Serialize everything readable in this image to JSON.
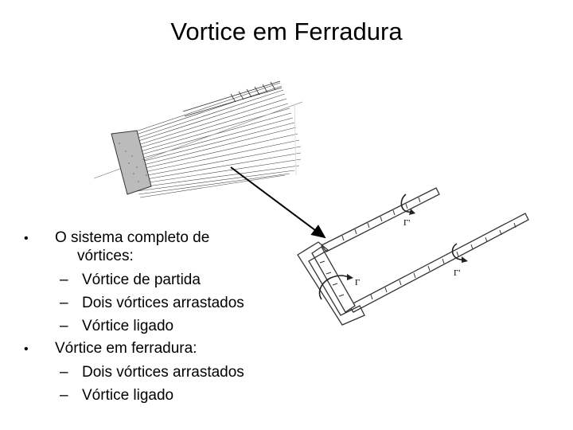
{
  "slide": {
    "title": "Vortice em Ferradura",
    "bullets": [
      {
        "text_line1": "O sistema completo de",
        "text_line2": "vórtices:",
        "sub": [
          "Vórtice de partida",
          "Dois vórtices arrastados",
          "Vórtice ligado"
        ]
      },
      {
        "text_line1": "Vórtice em ferradura:",
        "sub": [
          "Dois vórtices arrastados",
          "Vórtice ligado"
        ]
      }
    ],
    "bullet_glyph": "•",
    "dash_glyph": "–"
  },
  "figure": {
    "labels": {
      "gamma_top": "Γ'",
      "gamma_left": "Γ",
      "gamma_right": "Γ'"
    }
  }
}
